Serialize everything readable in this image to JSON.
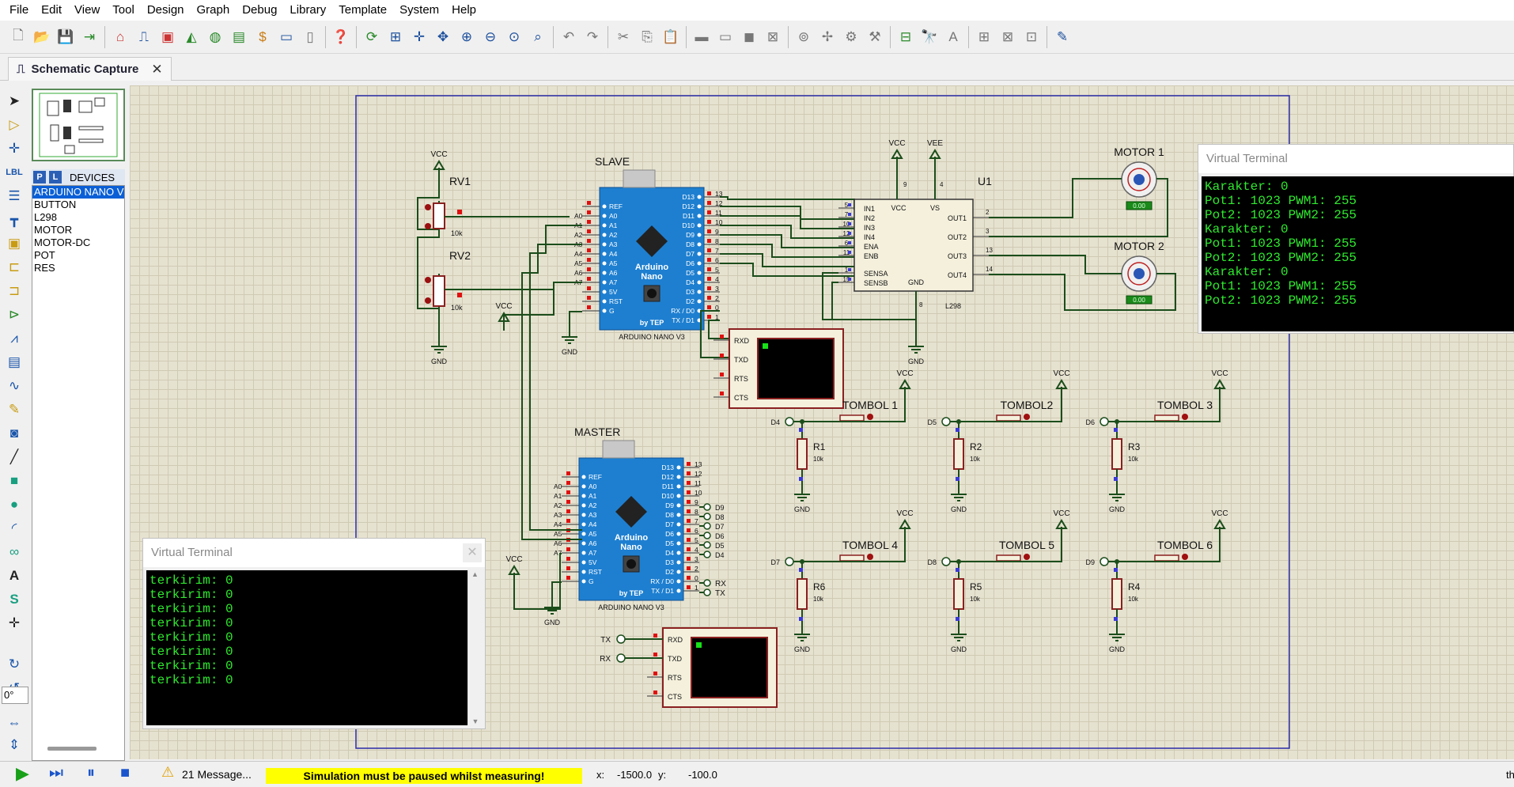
{
  "menu": [
    "File",
    "Edit",
    "View",
    "Tool",
    "Design",
    "Graph",
    "Debug",
    "Library",
    "Template",
    "System",
    "Help"
  ],
  "tab": {
    "label": "Schematic Capture",
    "close": "✕"
  },
  "devices": {
    "header": "DEVICES",
    "p": "P",
    "l": "L",
    "items": [
      "ARDUINO NANO V",
      "BUTTON",
      "L298",
      "MOTOR",
      "MOTOR-DC",
      "POT",
      "RES"
    ]
  },
  "rotation": "0°",
  "status": {
    "messages": "21 Message...",
    "sim_msg": "Simulation must be paused whilst measuring!",
    "x_label": "x:",
    "x": "-1500.0",
    "y_label": "y:",
    "y": "-100.0",
    "right": "th"
  },
  "vt_top": {
    "title": "Virtual Terminal",
    "lines": [
      "Karakter: 0",
      "Pot1: 1023 PWM1: 255",
      "Pot2: 1023 PWM2: 255",
      "Karakter: 0",
      "Pot1: 1023 PWM1: 255",
      "Pot2: 1023 PWM2: 255",
      "Karakter: 0",
      "Pot1: 1023 PWM1: 255",
      "Pot2: 1023 PWM2: 255"
    ]
  },
  "vt_bottom": {
    "title": "Virtual Terminal",
    "lines": [
      "terkirim: 0",
      "terkirim: 0",
      "terkirim: 0",
      "terkirim: 0",
      "terkirim: 0",
      "terkirim: 0",
      "terkirim: 0",
      "terkirim: 0"
    ]
  },
  "schematic": {
    "vcc": "VCC",
    "vee": "VEE",
    "gnd": "GND",
    "rv1": "RV1",
    "rv2": "RV2",
    "r10k": "10k",
    "slave": "SLAVE",
    "master": "MASTER",
    "nano_title": "Arduino",
    "nano_sub": "Nano",
    "by_tep": "by TEP",
    "nano_label": "ARDUINO NANO V3",
    "nano_left_pins": [
      "REF",
      "A0",
      "A1",
      "A2",
      "A3",
      "A4",
      "A5",
      "A6",
      "A7",
      "5V",
      "RST",
      "G"
    ],
    "nano_left_nums": [
      "A0",
      "A1",
      "A2",
      "A3",
      "A4",
      "A5",
      "A6",
      "A7"
    ],
    "nano_right_pins": [
      "D13",
      "D12",
      "D11",
      "D10",
      "D9",
      "D8",
      "D7",
      "D6",
      "D5",
      "D4",
      "D3",
      "D2",
      "RX / D0",
      "TX / D1"
    ],
    "nano_right_nums": [
      "13",
      "12",
      "11",
      "10",
      "9",
      "8",
      "7",
      "6",
      "5",
      "4",
      "3",
      "2",
      "0",
      "1"
    ],
    "u1": "U1",
    "l298": "L298",
    "l298_left": [
      "IN1",
      "IN2",
      "IN3",
      "IN4",
      "ENA",
      "ENB",
      "SENSA",
      "SENSB"
    ],
    "l298_left_nums": [
      "5",
      "7",
      "10",
      "12",
      "6",
      "11",
      "1",
      "15"
    ],
    "l298_right": [
      "OUT1",
      "OUT2",
      "OUT3",
      "OUT4"
    ],
    "l298_right_nums": [
      "2",
      "3",
      "13",
      "14"
    ],
    "l298_top": [
      "VCC",
      "VS"
    ],
    "l298_top_nums": [
      "9",
      "4"
    ],
    "l298_gnd_num": "8",
    "motor1": "MOTOR 1",
    "motor2": "MOTOR 2",
    "motor_val": "0.00",
    "vt_pins": [
      "RXD",
      "TXD",
      "RTS",
      "CTS"
    ],
    "buttons": [
      {
        "name": "TOMBOL 1",
        "in": "D4",
        "res": "R1"
      },
      {
        "name": "TOMBOL2",
        "in": "D5",
        "res": "R2"
      },
      {
        "name": "TOMBOL 3",
        "in": "D6",
        "res": "R3"
      },
      {
        "name": "TOMBOL 4",
        "in": "D7",
        "res": "R6"
      },
      {
        "name": "TOMBOL 5",
        "in": "D8",
        "res": "R5"
      },
      {
        "name": "TOMBOL 6",
        "in": "D9",
        "res": "R4"
      }
    ],
    "master_outs": [
      "D9",
      "D8",
      "D7",
      "D6",
      "D5",
      "D4"
    ],
    "rx": "RX",
    "tx": "TX"
  }
}
